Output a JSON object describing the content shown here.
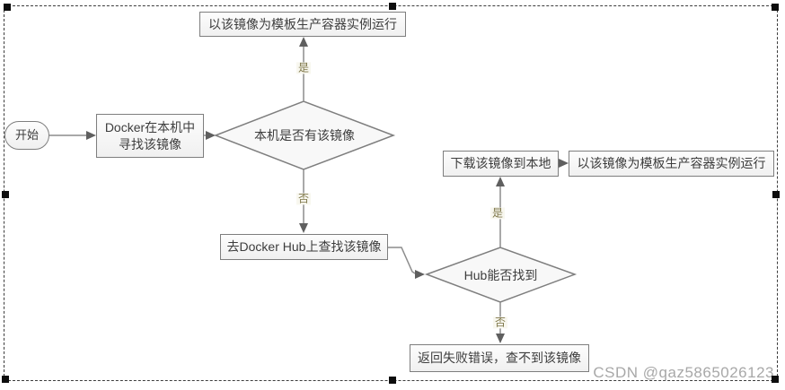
{
  "diagram": {
    "title_hint": "Docker image lookup flowchart",
    "nodes": {
      "start": {
        "label": "开始"
      },
      "find_local": {
        "label": "Docker在本机中寻找该镜像"
      },
      "check_local": {
        "label": "本机是否有该镜像"
      },
      "run_local": {
        "label": "以该镜像为模板生产容器实例运行"
      },
      "search_hub": {
        "label": "去Docker Hub上查找该镜像"
      },
      "check_hub": {
        "label": "Hub能否找到"
      },
      "download": {
        "label": "下载该镜像到本地"
      },
      "run_hub": {
        "label": "以该镜像为模板生产容器实例运行"
      },
      "fail": {
        "label": "返回失败错误，查不到该镜像"
      }
    },
    "edges": {
      "local_yes": {
        "label": "是"
      },
      "local_no": {
        "label": "否"
      },
      "hub_yes": {
        "label": "是"
      },
      "hub_no": {
        "label": "否"
      }
    },
    "colors": {
      "node_fill": "#f5f5f5",
      "node_border": "#7e7e7e",
      "node_text": "#3d3d3d",
      "connector": "#8c8c8c",
      "arrowhead": "#5f5f5f",
      "edge_label_text": "#7d7648",
      "selection_border": "#3c3c3c",
      "handle": "#0d0d0d",
      "watermark": "#a8a8a8"
    }
  },
  "watermark": {
    "text": "CSDN @qaz5865026123"
  }
}
